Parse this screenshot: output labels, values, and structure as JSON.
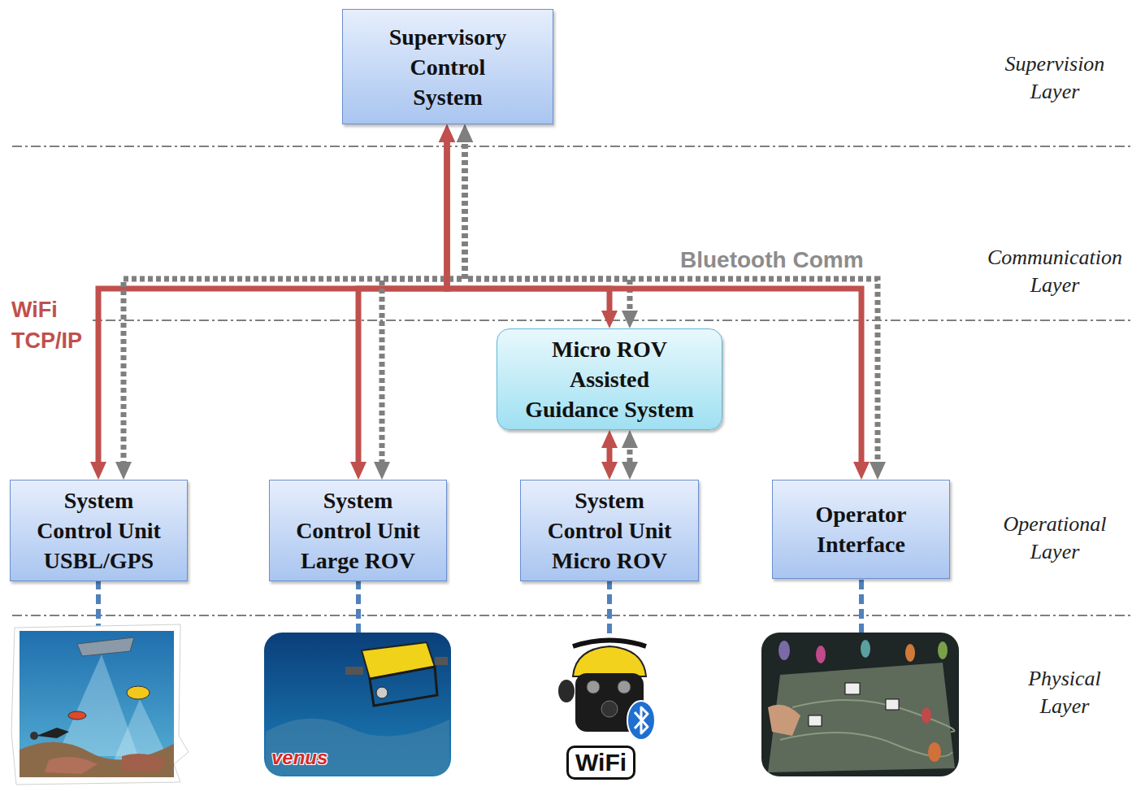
{
  "diagram": {
    "nodes": [
      {
        "text": [
          "Supervisory Control System"
        ]
      },
      {
        "text": [
          "Micro ROV Assisted Guidance System"
        ]
      },
      {
        "text": [
          "System Control Unit USBL/GPS"
        ]
      },
      {
        "text": [
          "System Control Unit Large ROV"
        ]
      },
      {
        "text": [
          "System Control Unit Micro ROV"
        ]
      },
      {
        "text": [
          "Operator Interface"
        ]
      }
    ],
    "edges": [
      {
        "from": 0,
        "to": 2,
        "arrow": "both"
      },
      {
        "from": 0,
        "to": 2,
        "arrow": "both"
      },
      {
        "from": 0,
        "to": 3,
        "arrow": "both"
      },
      {
        "from": 0,
        "to": 3,
        "arrow": "both"
      },
      {
        "from": 0,
        "to": 1,
        "arrow": "both"
      },
      {
        "from": 0,
        "to": 1,
        "arrow": "both"
      },
      {
        "from": 0,
        "to": 5,
        "arrow": "both"
      },
      {
        "from": 0,
        "to": 5,
        "arrow": "both"
      },
      {
        "from": 1,
        "to": 4,
        "arrow": "both"
      },
      {
        "from": 1,
        "to": 4,
        "arrow": "both"
      }
    ],
    "labels": [
      "Supervision Layer",
      "Communication Layer",
      "Operational Layer",
      "Physical Layer",
      "WiFi TCP/IP",
      "Bluetooth Comm",
      "venus",
      "WiFi"
    ]
  }
}
